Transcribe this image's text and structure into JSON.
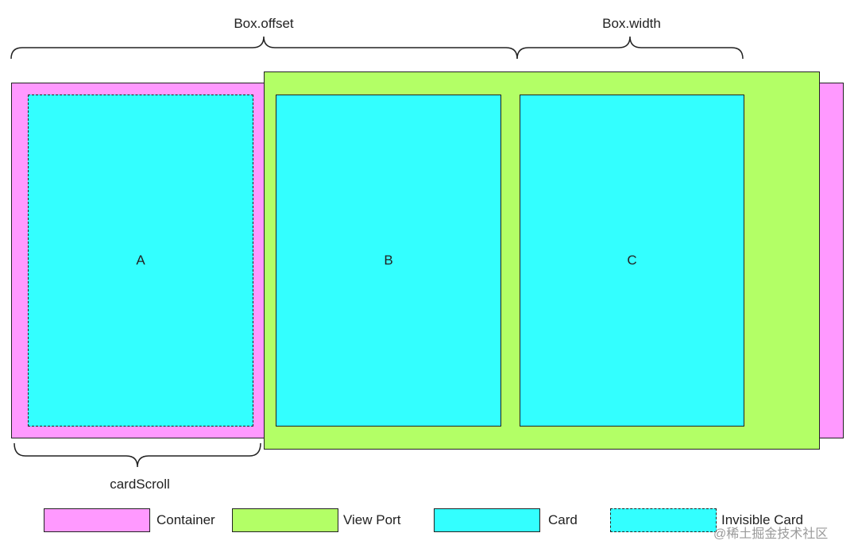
{
  "dimensions": {
    "offset_label": "Box.offset",
    "width_label": "Box.width",
    "card_scroll_label": "cardScroll"
  },
  "cards": [
    {
      "label": "A",
      "invisible": true
    },
    {
      "label": "B",
      "invisible": false
    },
    {
      "label": "C",
      "invisible": false
    }
  ],
  "legend": {
    "container": "Container",
    "viewport": "View Port",
    "card": "Card",
    "invisible_card": "Invisible Card"
  },
  "colors": {
    "container": "#ff99ff",
    "viewport": "#b3ff66",
    "card": "#33ffff",
    "stroke": "#222222"
  },
  "watermark": "@稀土掘金技术社区"
}
